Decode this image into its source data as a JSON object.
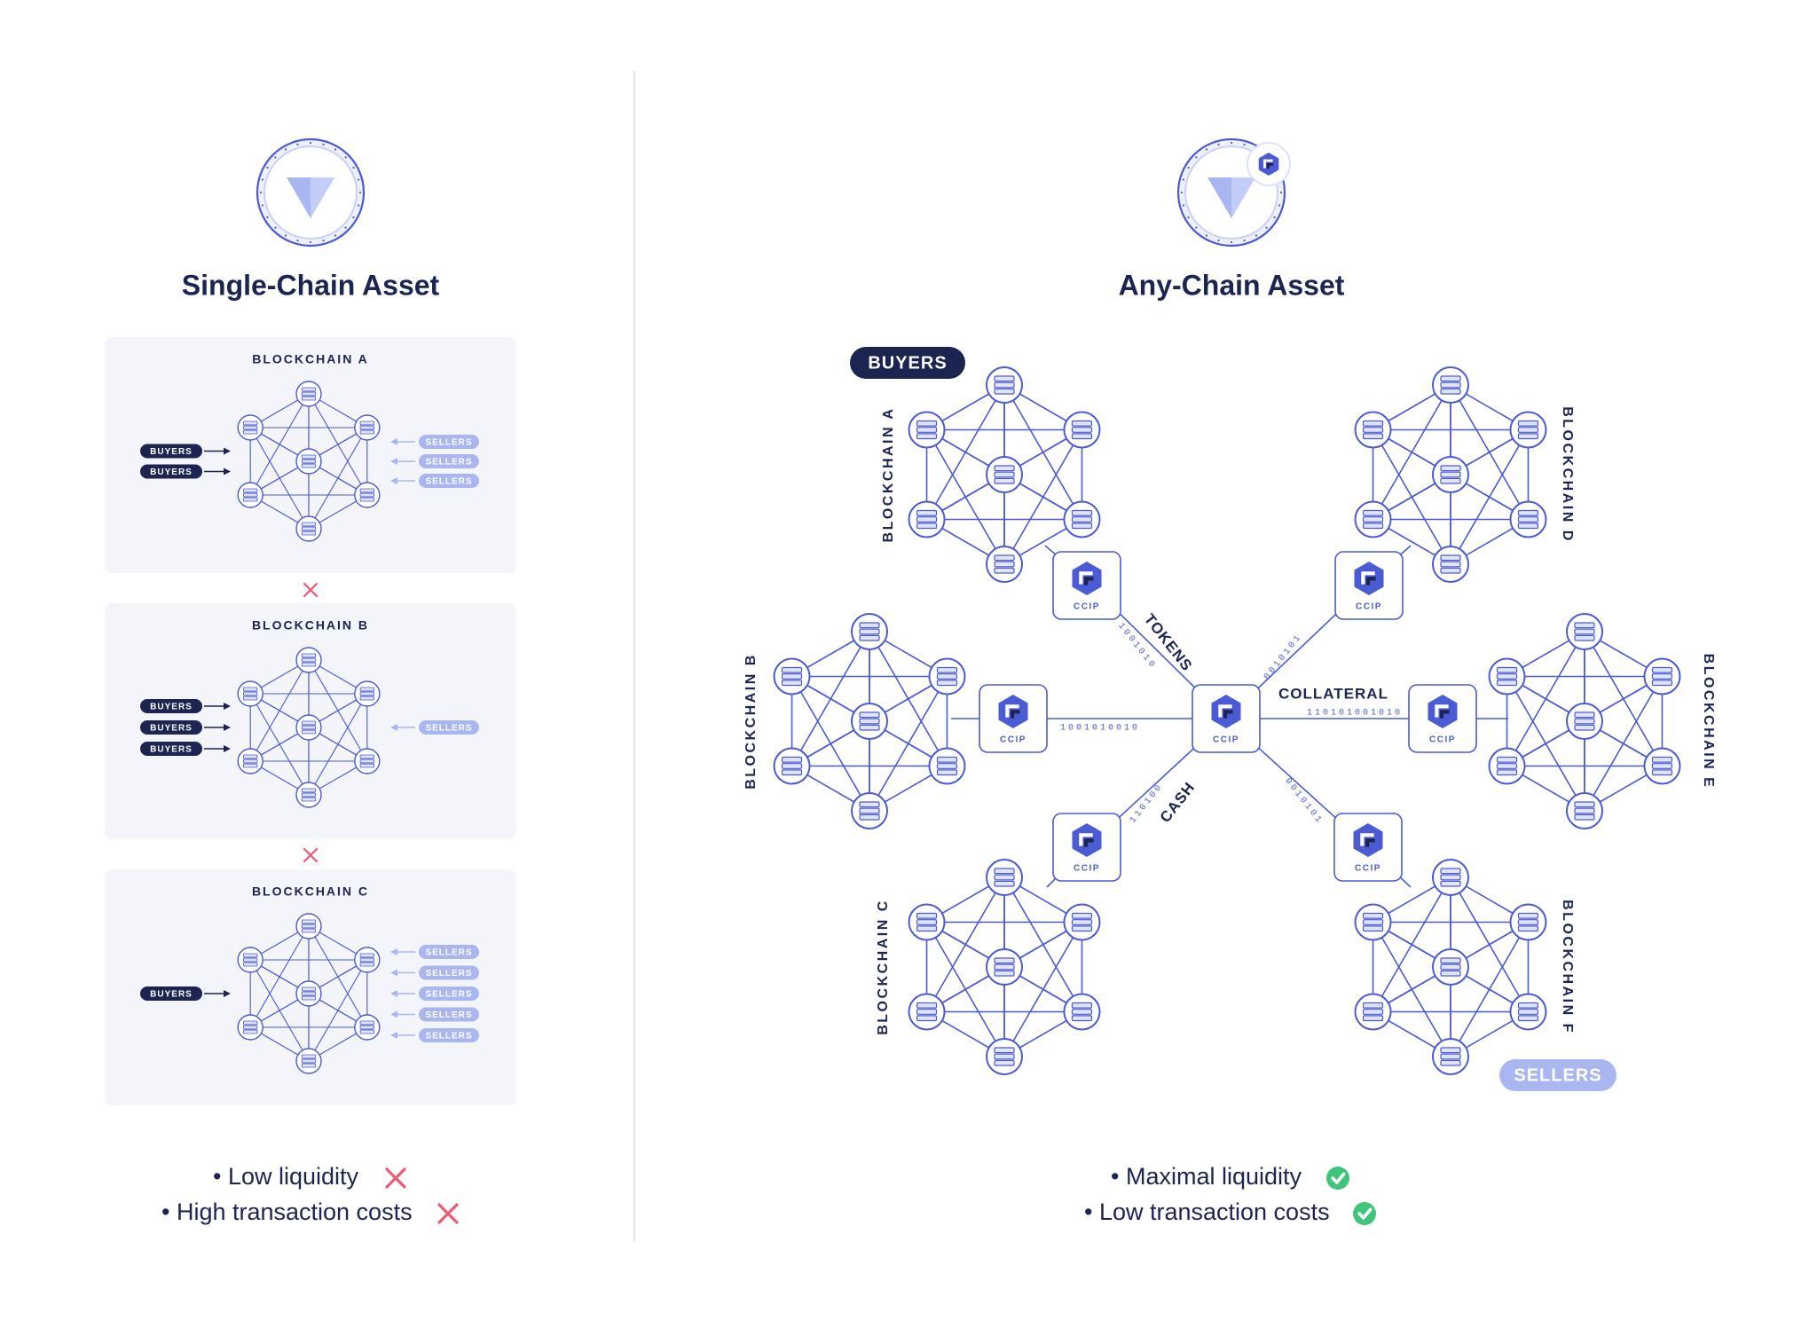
{
  "colors": {
    "navy": "#1c2452",
    "blue": "#4a5bd4",
    "panel": "#f3f5fb",
    "pill_light": "#a9b6f0",
    "red": "#ee5a74",
    "green": "#3fc47a"
  },
  "left": {
    "title": "Single-Chain Asset",
    "blockchains": [
      {
        "name": "BLOCKCHAIN A",
        "buyers": [
          "BUYERS",
          "BUYERS"
        ],
        "sellers": [
          "SELLERS",
          "SELLERS",
          "SELLERS"
        ]
      },
      {
        "name": "BLOCKCHAIN B",
        "buyers": [
          "BUYERS",
          "BUYERS",
          "BUYERS"
        ],
        "sellers": [
          "SELLERS"
        ]
      },
      {
        "name": "BLOCKCHAIN C",
        "buyers": [
          "BUYERS"
        ],
        "sellers": [
          "SELLERS",
          "SELLERS",
          "SELLERS",
          "SELLERS",
          "SELLERS"
        ]
      }
    ],
    "separator_icon": "cross-icon",
    "bullets": [
      "Low liquidity",
      "High transaction costs"
    ],
    "bullet_status_icon": "red-cross-icon"
  },
  "right": {
    "title": "Any-Chain Asset",
    "buyers_label": "BUYERS",
    "sellers_label": "SELLERS",
    "ccip_label": "CCIP",
    "blockchains": [
      "BLOCKCHAIN A",
      "BLOCKCHAIN B",
      "BLOCKCHAIN C",
      "BLOCKCHAIN D",
      "BLOCKCHAIN E",
      "BLOCKCHAIN F"
    ],
    "flows": [
      {
        "label": "TOKENS",
        "bits": "1001010"
      },
      {
        "label": "",
        "bits": "0010101"
      },
      {
        "label": "",
        "bits": "1001010010"
      },
      {
        "label": "COLLATERAL",
        "bits": "110101001010"
      },
      {
        "label": "CASH",
        "bits": "110100"
      },
      {
        "label": "",
        "bits": "0010101"
      }
    ],
    "bullets": [
      "Maximal liquidity",
      "Low transaction costs"
    ],
    "bullet_status_icon": "green-check-icon"
  }
}
